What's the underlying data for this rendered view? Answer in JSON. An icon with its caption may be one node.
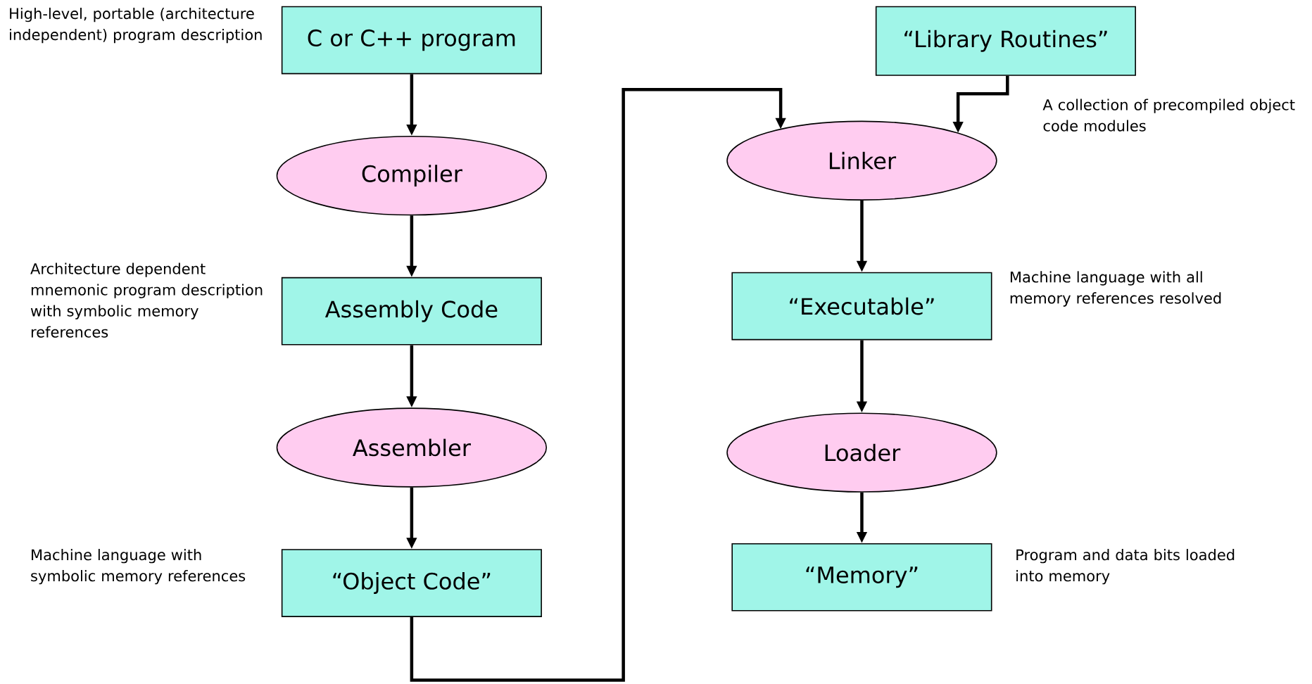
{
  "diagram": {
    "nodes": [
      {
        "text": [
          "C or C++ program"
        ],
        "beside": [
          "High-level, portable (architecture independent) program description"
        ]
      },
      {
        "text": [
          "Compiler"
        ]
      },
      {
        "text": [
          "Assembly Code"
        ],
        "beside": [
          "Architecture dependent mnemonic program description with symbolic memory references"
        ]
      },
      {
        "text": [
          "Assembler"
        ]
      },
      {
        "text": [
          "“Object Code”"
        ],
        "beside": [
          "Machine language with symbolic memory references"
        ]
      },
      {
        "text": [
          "“Library Routines”"
        ],
        "beside": [
          "A collection of precompiled object code modules"
        ]
      },
      {
        "text": [
          "Linker"
        ]
      },
      {
        "text": [
          "“Executable”"
        ],
        "beside": [
          "Machine language with all memory references resolved"
        ]
      },
      {
        "text": [
          "Loader"
        ]
      },
      {
        "text": [
          "“Memory”"
        ],
        "beside": [
          "Program and data bits loaded into memory"
        ]
      }
    ],
    "edges": [
      {
        "from": 0,
        "to": 1,
        "arrow": "to"
      },
      {
        "from": 1,
        "to": 2,
        "arrow": "to"
      },
      {
        "from": 2,
        "to": 3,
        "arrow": "to"
      },
      {
        "from": 3,
        "to": 4,
        "arrow": "to"
      },
      {
        "from": 4,
        "to": 6,
        "arrow": "to"
      },
      {
        "from": 5,
        "to": 6,
        "arrow": "to"
      },
      {
        "from": 6,
        "to": 7,
        "arrow": "to"
      },
      {
        "from": 7,
        "to": 8,
        "arrow": "to"
      },
      {
        "from": 8,
        "to": 9,
        "arrow": "to"
      }
    ]
  }
}
